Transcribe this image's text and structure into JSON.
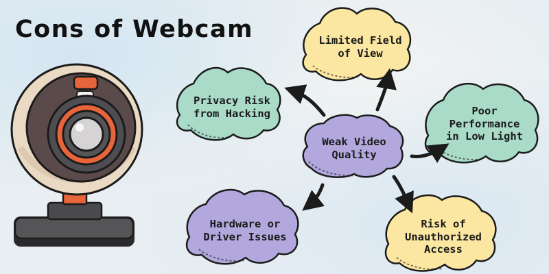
{
  "title": "Cons of Webcam",
  "center": {
    "lines": [
      "Weak Video",
      "Quality"
    ],
    "color": "#b3a8dd"
  },
  "nodes": [
    {
      "id": "privacy",
      "lines": [
        "Privacy Risk",
        "from Hacking"
      ],
      "color": "#a9dbc8"
    },
    {
      "id": "field",
      "lines": [
        "Limited Field",
        "of View"
      ],
      "color": "#fbe7a2"
    },
    {
      "id": "lowlight",
      "lines": [
        "Poor",
        "Performance",
        "in Low Light"
      ],
      "color": "#a9dbc8"
    },
    {
      "id": "hardware",
      "lines": [
        "Hardware or",
        "Driver Issues"
      ],
      "color": "#b3a8dd"
    },
    {
      "id": "access",
      "lines": [
        "Risk of",
        "Unauthorized",
        "Access"
      ],
      "color": "#fbe7a2"
    }
  ],
  "webcam": {
    "shell_color": "#ead9c3",
    "face_color": "#5b4a4a",
    "lens_ring_color": "#e8643a",
    "base_color": "#4a4a4c",
    "stand_accent_color": "#e8643a"
  }
}
